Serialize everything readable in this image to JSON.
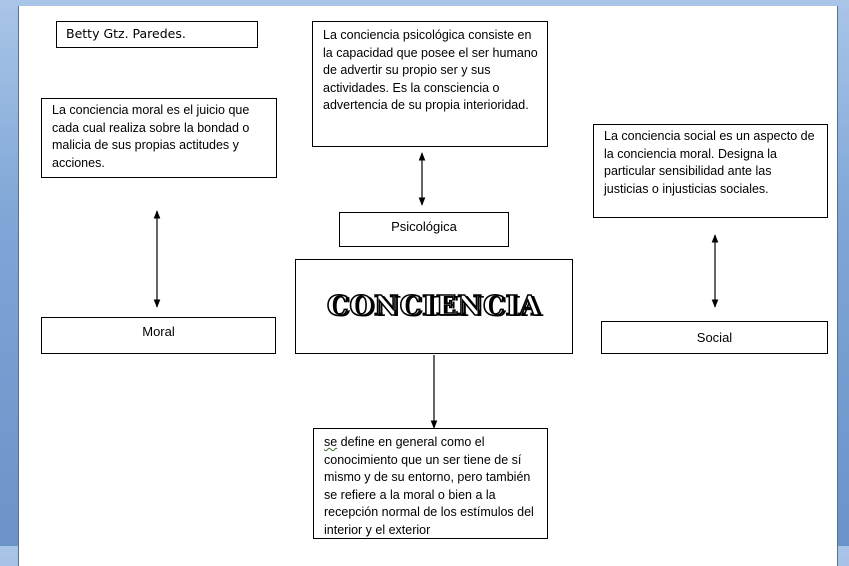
{
  "author": "Betty Gtz. Paredes.",
  "center": {
    "title": "CONCIENCIA"
  },
  "psychological": {
    "label": "Psicológica",
    "definition": "La conciencia psicológica consiste en la capacidad que posee el ser humano de advertir su propio ser y sus actividades. Es la consciencia o advertencia de su propia interioridad."
  },
  "moral": {
    "label": "Moral",
    "definition": "La conciencia moral es el juicio que cada cual realiza  sobre la bondad o malicia de sus propias actitudes y acciones."
  },
  "social": {
    "label": "Social",
    "definition": "La conciencia social es un aspecto de la conciencia moral. Designa la particular sensibilidad ante las justicias o injusticias sociales."
  },
  "general": {
    "first_word": "se",
    "definition_rest": " define en general  como el conocimiento que un ser tiene  de sí mismo y de su entorno, pero también se refiere a la moral o bien a la recepción normal de los estímulos del interior y el exterior"
  }
}
